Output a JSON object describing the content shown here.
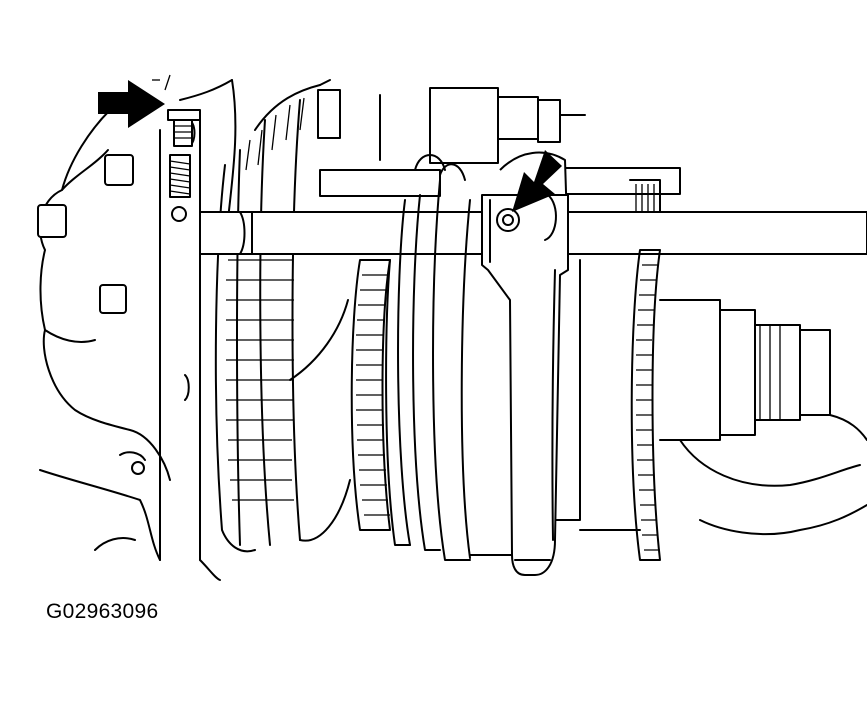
{
  "figure": {
    "identifier": "G02963096",
    "callouts": [
      {
        "name": "arrow-to-bolt",
        "target": "bolt"
      },
      {
        "name": "arrow-to-fork-screw",
        "target": "shift-fork-screw"
      }
    ],
    "colors": {
      "line": "#000000",
      "background": "#ffffff"
    }
  }
}
